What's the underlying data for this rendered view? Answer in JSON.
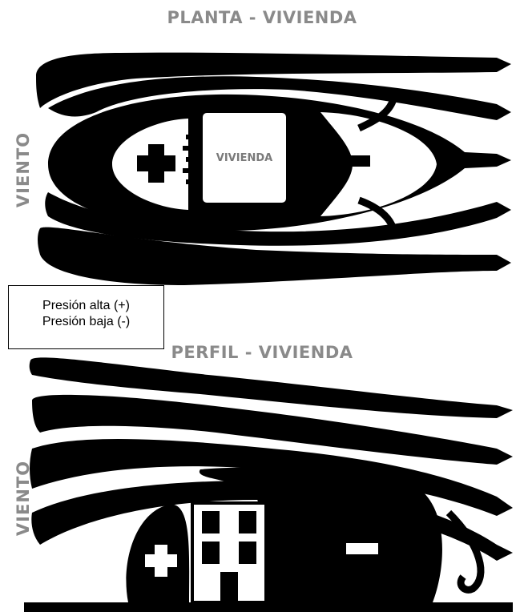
{
  "top": {
    "title": "PLANTA - VIVIENDA",
    "side_label": "VIENTO",
    "house_label": "VIVIENDA",
    "positive_sign": "+",
    "negative_sign": "−"
  },
  "bottom": {
    "title": "PERFIL - VIVIENDA",
    "side_label": "VIENTO",
    "positive_sign": "+",
    "negative_sign": "−"
  },
  "legend": {
    "line1": "Presión alta (+)",
    "line2": "Presión baja (-)"
  },
  "colors": {
    "ink": "#000000",
    "label_gray": "#8a8a8a",
    "background": "#ffffff"
  }
}
